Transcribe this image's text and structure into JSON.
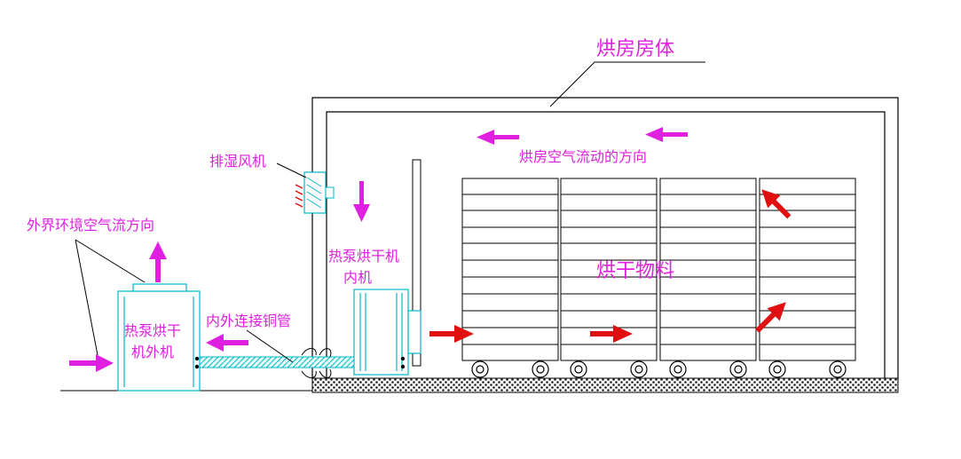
{
  "labels": {
    "room_body": "烘房房体",
    "exhaust_fan": "排湿风机",
    "airflow_direction": "烘房空气流动的方向",
    "ambient_airflow": "外界环境空气流方向",
    "indoor_unit_line1": "热泵烘干机",
    "indoor_unit_line2": "内机",
    "outdoor_unit_line1": "热泵烘干",
    "outdoor_unit_line2": "机外机",
    "copper_pipe": "内外连接铜管",
    "material": "烘干物料"
  },
  "colors": {
    "label": "#e020e0",
    "structure": "#000000",
    "equipment": "#00b8c8",
    "hot_air_arrow": "#e01010",
    "air_arrow": "#e020e0"
  }
}
